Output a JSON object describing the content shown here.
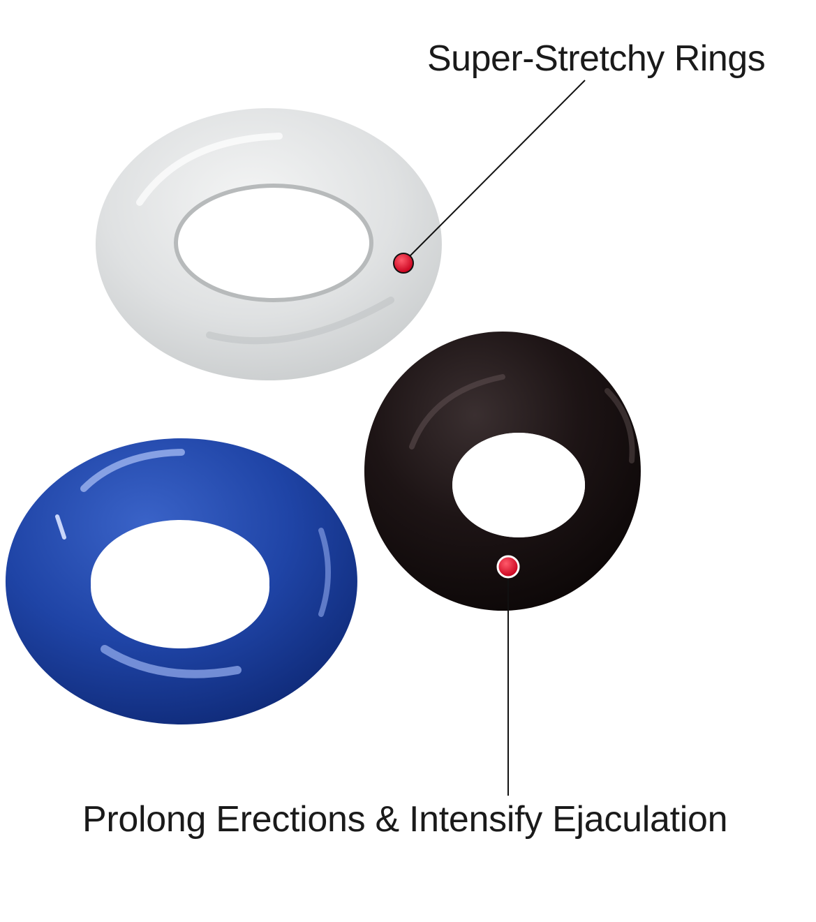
{
  "callouts": {
    "top": "Super-Stretchy Rings",
    "bottom": "Prolong Erections & Intensify Ejaculation"
  },
  "rings": [
    {
      "name": "clear-ring",
      "color": "#d9dcdd"
    },
    {
      "name": "black-ring",
      "color": "#1a1010"
    },
    {
      "name": "blue-ring",
      "color": "#1f44a6"
    }
  ],
  "marker_color": "#e0102a"
}
